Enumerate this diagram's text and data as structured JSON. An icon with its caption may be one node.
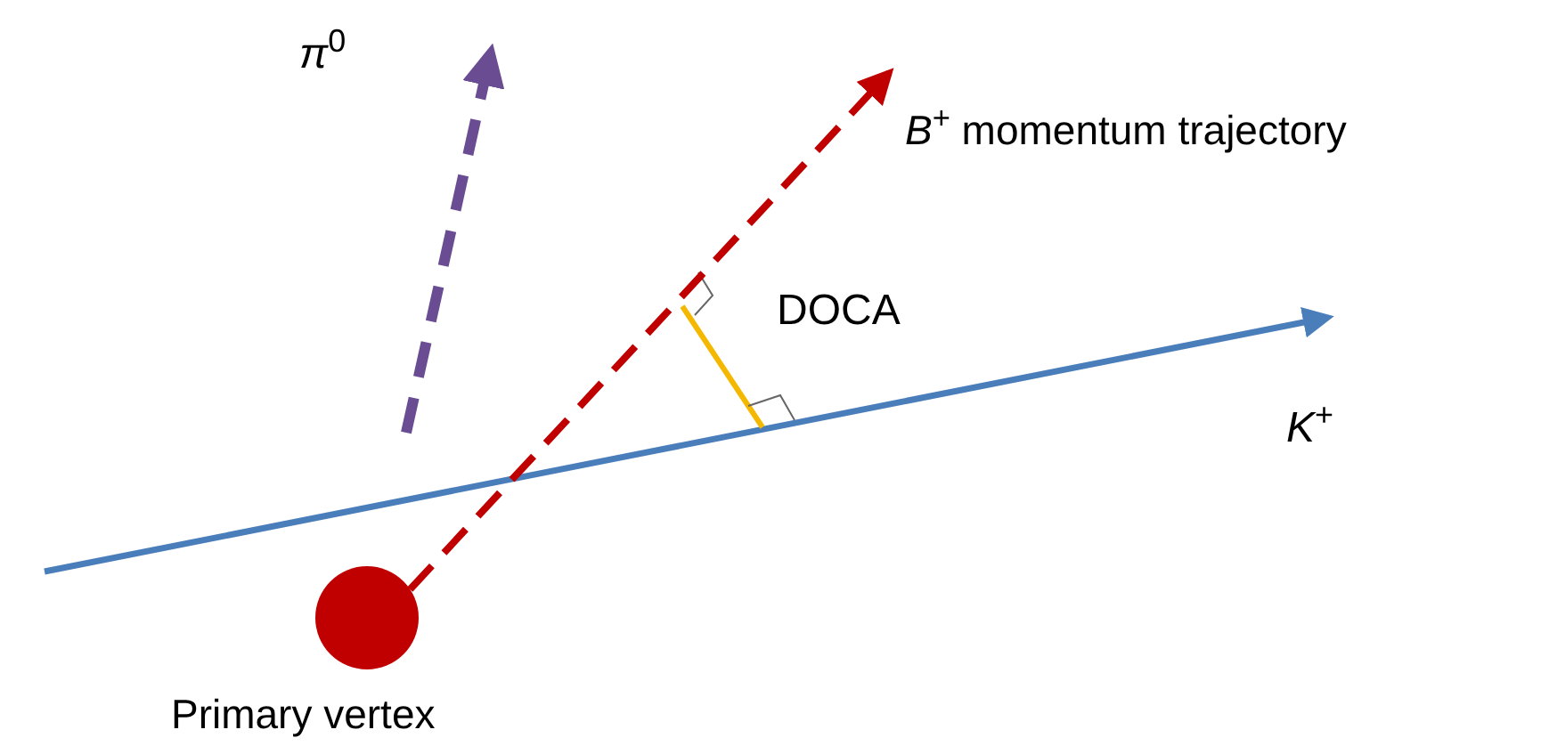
{
  "diagram": {
    "nodes": [
      {
        "text": [],
        "shape": "circle",
        "beside": [
          "Primary vertex"
        ]
      },
      {
        "text": [
          "*B*$^{+}$ momentum trajectory"
        ]
      }
    ],
    "edges": [
      {
        "from": 0,
        "to": 1,
        "arrow": "to",
        "style": "dashed",
        "color": "#c00000"
      }
    ],
    "labels": [
      "*π*$^{0}$",
      "DOCA",
      "*K*$^{+}$"
    ]
  }
}
